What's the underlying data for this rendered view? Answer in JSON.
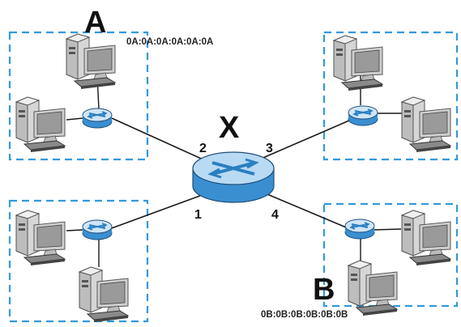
{
  "labels": {
    "host_a": "A",
    "host_b": "B",
    "core_switch": "X",
    "mac_a": "0A:0A:0A:0A:0A:0A",
    "mac_b": "0B:0B:0B:0B:0B:0B"
  },
  "ports": {
    "p1": "1",
    "p2": "2",
    "p3": "3",
    "p4": "4"
  },
  "colors": {
    "group_border": "#3399dd",
    "switch_fill": "#8ec3ea",
    "switch_side": "#3a8fd0",
    "link": "#1a1a1a"
  },
  "icons": [
    "desktop-computer-icon",
    "network-switch-icon"
  ]
}
